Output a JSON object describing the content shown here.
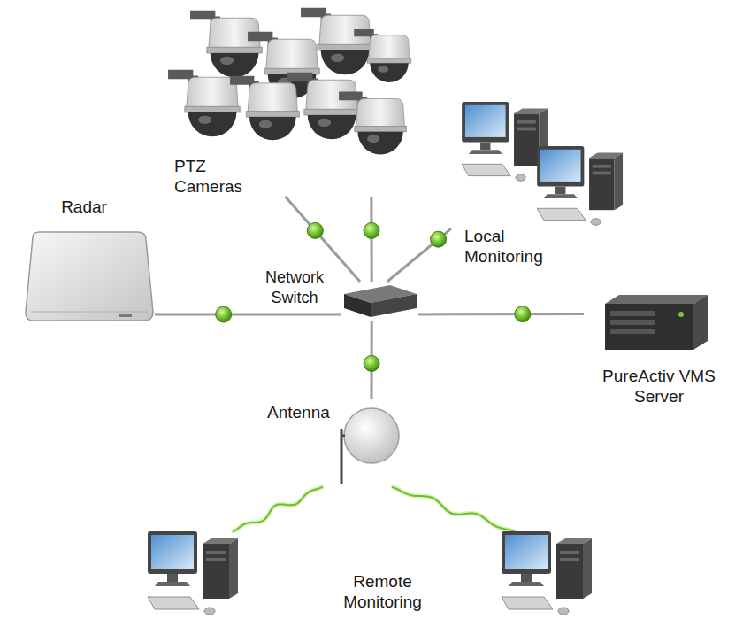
{
  "diagram": {
    "nodes": [
      {
        "text": [
          "PTZ Cameras"
        ]
      },
      {
        "text": [
          "Local Monitoring"
        ]
      },
      {
        "text": [
          "Radar"
        ]
      },
      {
        "text": [
          "Network Switch"
        ]
      },
      {
        "text": [
          "PureActiv VMS Server"
        ]
      },
      {
        "text": [
          "Antenna"
        ]
      },
      {
        "text": [
          "Remote Monitoring"
        ]
      }
    ],
    "edges": [
      {
        "from": 3,
        "to": 0,
        "arrow": "none"
      },
      {
        "from": 3,
        "to": 0,
        "arrow": "none"
      },
      {
        "from": 3,
        "to": 1,
        "arrow": "none"
      },
      {
        "from": 3,
        "to": 2,
        "arrow": "none"
      },
      {
        "from": 3,
        "to": 4,
        "arrow": "none"
      },
      {
        "from": 3,
        "to": 5,
        "arrow": "none"
      },
      {
        "from": 5,
        "to": 6,
        "arrow": "none"
      },
      {
        "from": 5,
        "to": 6,
        "arrow": "none"
      }
    ]
  }
}
